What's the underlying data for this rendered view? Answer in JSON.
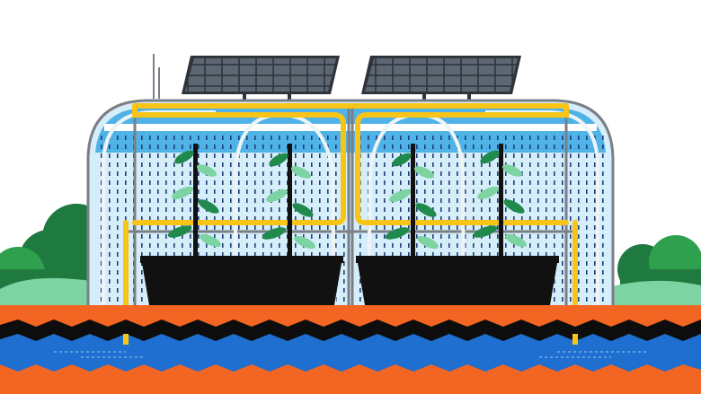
{
  "scene": {
    "subject": "greenhouse-with-solar-panels-and-irrigation",
    "plant_count": 4,
    "planter_count": 2,
    "solar_panel_count": 2,
    "colors": {
      "background": "#ffffff",
      "sky_tint": "#bfe2f5",
      "roof_blue": "#4fb3e8",
      "glass": "#d6eef9",
      "water_drops": "#1f3d7a",
      "frame": "#7a7f86",
      "hoop": "#eef3f6",
      "pipe_yellow": "#f7c417",
      "planter": "#111111",
      "stem": "#111111",
      "leaf_dark": "#1f8a4c",
      "leaf_light": "#7ed3a3",
      "bush": "#1f7a3f",
      "bush_light": "#2fa04e",
      "grass": "#7ed3a3",
      "soil_orange": "#f26522",
      "soil_black": "#0d0d0d",
      "water_blue": "#1e6fd0",
      "solar_cell": "#5a6470",
      "solar_frame": "#2f343a"
    }
  }
}
